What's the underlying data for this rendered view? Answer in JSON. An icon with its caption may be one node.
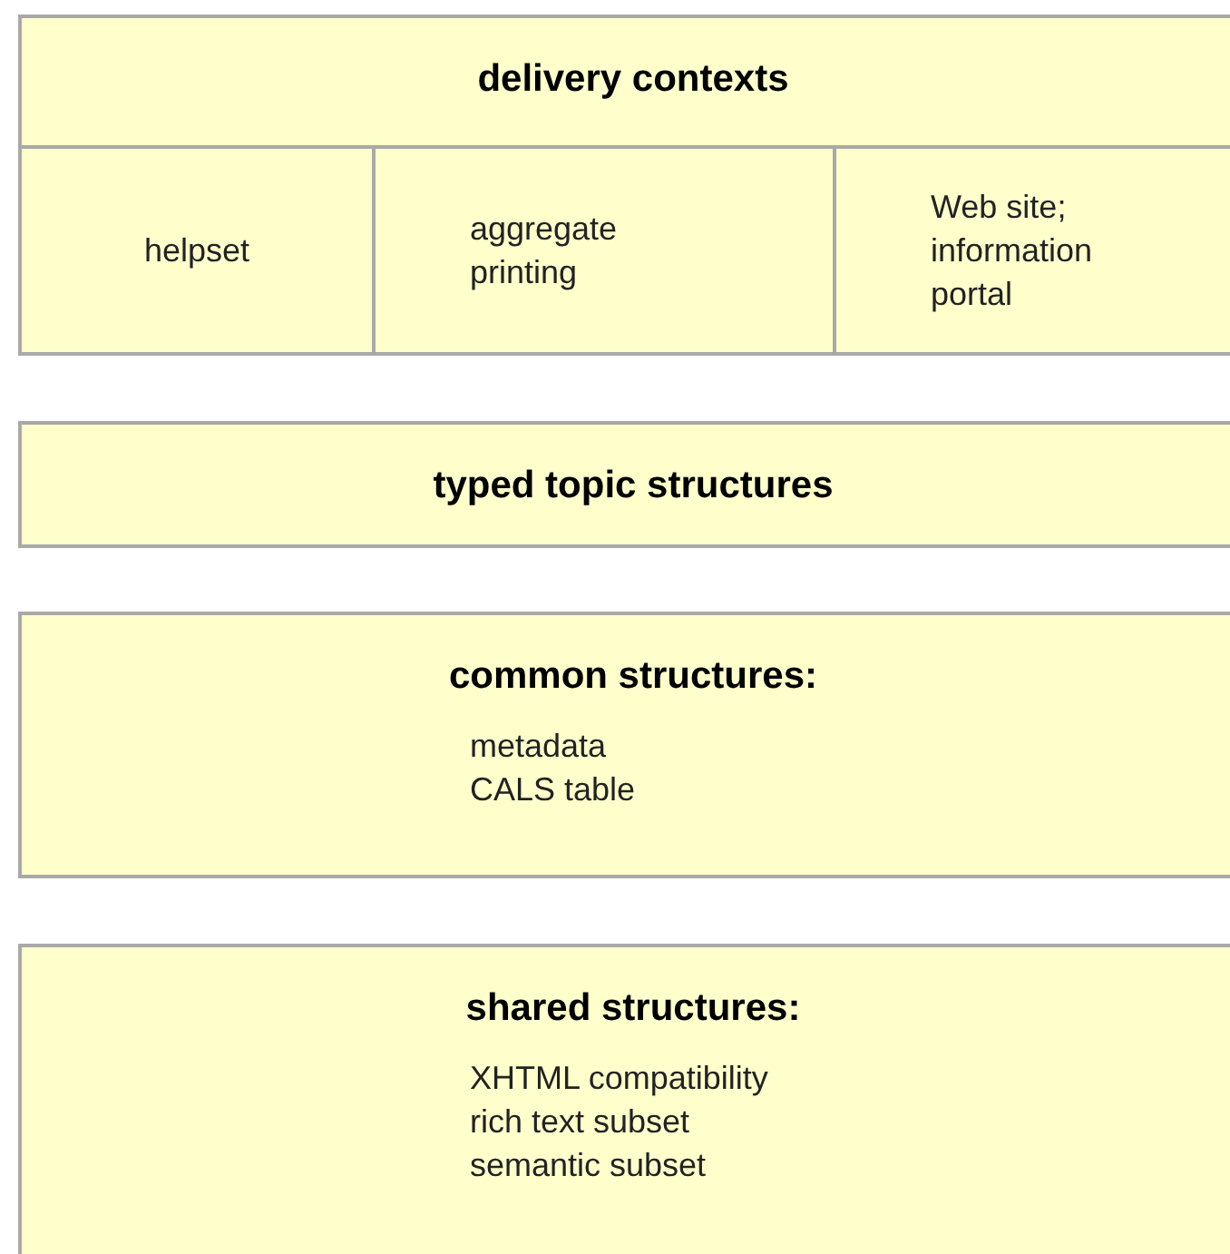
{
  "diagram": {
    "nodes": [
      {
        "text": [
          "delivery contexts"
        ]
      },
      {
        "text": [
          "helpset"
        ],
        "in": 0
      },
      {
        "text": [
          "aggregate printing"
        ],
        "in": 0
      },
      {
        "text": [
          "Web site; information portal"
        ],
        "in": 0
      },
      {
        "text": [
          "typed topic structures"
        ]
      },
      {
        "text": [
          "common structures:",
          "metadata",
          "CALS table"
        ]
      },
      {
        "text": [
          "shared structures:",
          "XHTML compatibility",
          "rich text subset",
          "semantic subset"
        ]
      }
    ]
  }
}
